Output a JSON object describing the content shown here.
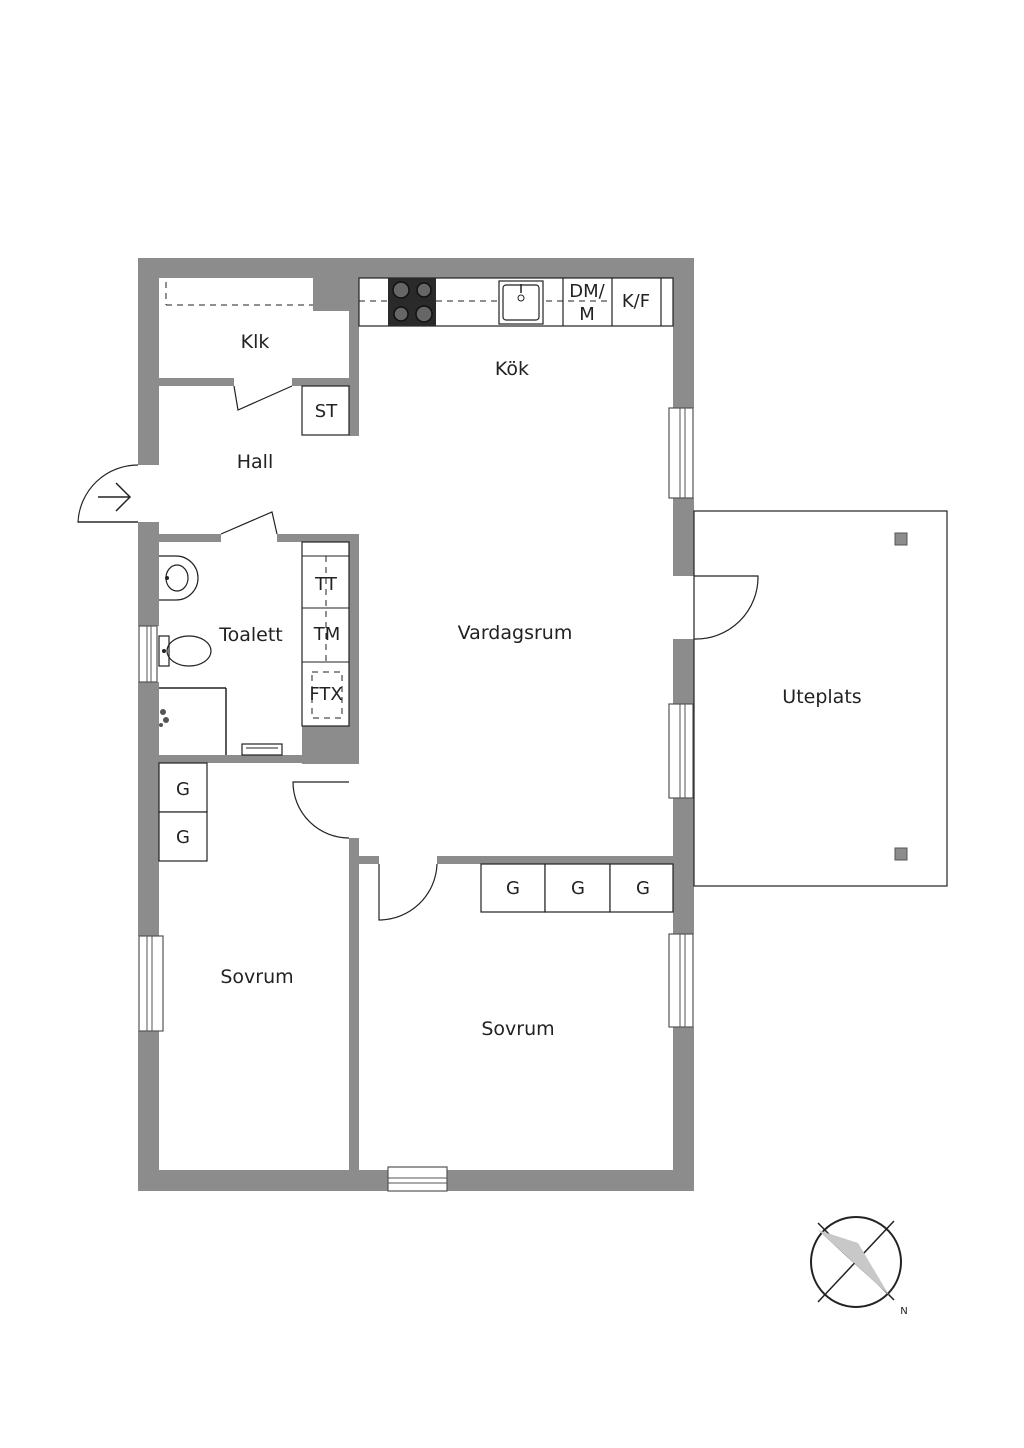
{
  "rooms": {
    "klk": "Klk",
    "kok": "Kök",
    "hall": "Hall",
    "toalett": "Toalett",
    "vardagsrum": "Vardagsrum",
    "uteplats": "Uteplats",
    "sovrum_left": "Sovrum",
    "sovrum_right": "Sovrum"
  },
  "fixtures": {
    "st": "ST",
    "dm_line1": "DM/",
    "dm_line2": "M",
    "kf": "K/F",
    "tt": "TT",
    "tm": "TM",
    "ftx": "FTX",
    "wardrobe_left": [
      "G",
      "G"
    ],
    "wardrobe_right": [
      "G",
      "G",
      "G"
    ]
  },
  "compass": {
    "north_label": "N"
  },
  "colors": {
    "wall": "#8c8c8c",
    "line": "#222222",
    "background": "#ffffff"
  }
}
